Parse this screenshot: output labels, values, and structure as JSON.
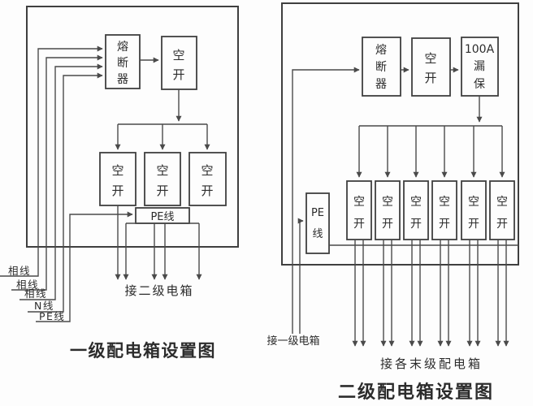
{
  "colors": {
    "wire": "#4a4a4a",
    "box_border": "#3f3f3f",
    "text": "#2c2c2c",
    "background": "#fdfdfd"
  },
  "primary": {
    "title": "一级配电箱设置图",
    "fuse": {
      "lines": [
        "熔",
        "断",
        "器"
      ]
    },
    "main_breaker": {
      "lines": [
        "空",
        "开"
      ]
    },
    "branch_breakers": [
      {
        "lines": [
          "空",
          "开"
        ]
      },
      {
        "lines": [
          "空",
          "开"
        ]
      },
      {
        "lines": [
          "空",
          "开"
        ]
      }
    ],
    "pe_bus": {
      "label": "PE线"
    },
    "inputs": [
      {
        "label": "相线"
      },
      {
        "label": "相线"
      },
      {
        "label": "相线"
      },
      {
        "label": "N线"
      },
      {
        "label": "PE线"
      }
    ],
    "output_label": "接二级电箱"
  },
  "secondary": {
    "title": "二级配电箱设置图",
    "fuse": {
      "lines": [
        "熔",
        "断",
        "器"
      ]
    },
    "main_breaker": {
      "lines": [
        "空",
        "开"
      ]
    },
    "leakage_protector": {
      "lines": [
        "100A",
        "漏",
        "保"
      ]
    },
    "pe_bus": {
      "lines": [
        "PE",
        "线"
      ]
    },
    "branch_breakers": [
      {
        "lines": [
          "空",
          "开"
        ]
      },
      {
        "lines": [
          "空",
          "开"
        ]
      },
      {
        "lines": [
          "空",
          "开"
        ]
      },
      {
        "lines": [
          "空",
          "开"
        ]
      },
      {
        "lines": [
          "空",
          "开"
        ]
      },
      {
        "lines": [
          "空",
          "开"
        ]
      }
    ],
    "input_label": "接一级电箱",
    "output_label": "接各末级配电箱"
  }
}
